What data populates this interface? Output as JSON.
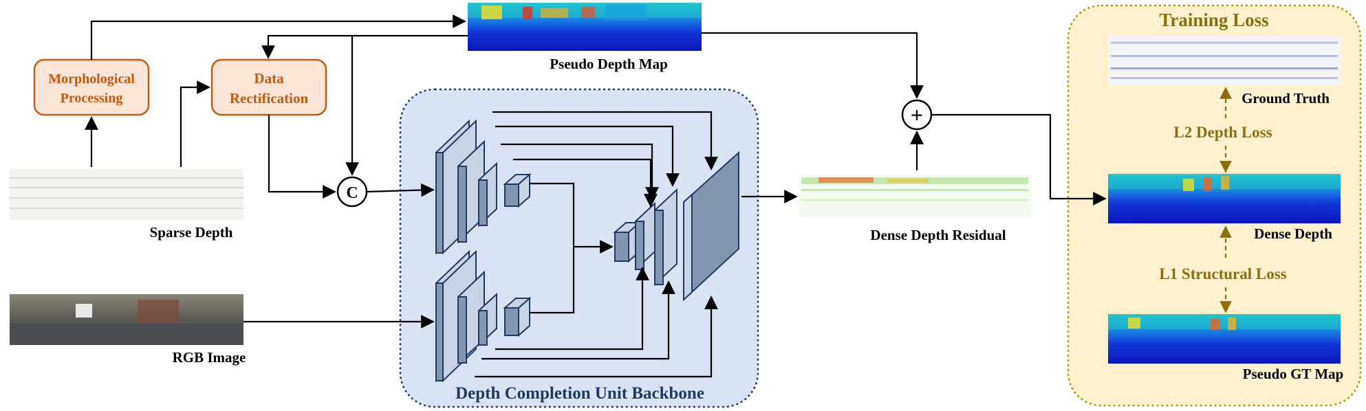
{
  "nodes": {
    "morphological": {
      "line1": "Morphological",
      "line2": "Processing"
    },
    "rectification": {
      "line1": "Data",
      "line2": "Rectification"
    },
    "concat": "C",
    "add": "+"
  },
  "images": {
    "pseudo_depth_map": "Pseudo Depth Map",
    "sparse_depth": "Sparse Depth",
    "rgb_image": "RGB Image",
    "dense_depth_residual": "Dense Depth Residual"
  },
  "backbone": {
    "title": "Depth Completion Unit Backbone"
  },
  "training_loss": {
    "title": "Training Loss",
    "ground_truth": "Ground Truth",
    "l2_loss": "L2 Depth Loss",
    "dense_depth": "Dense Depth",
    "l1_loss": "L1 Structural Loss",
    "pseudo_gt_map": "Pseudo GT Map"
  },
  "colors": {
    "orange_box_fill": "#fbe5d6",
    "orange_box_stroke": "#c55a11",
    "orange_text": "#c55a11",
    "backbone_fill": "#dae3f3",
    "backbone_border": "#203864",
    "backbone_title": "#203864",
    "cube_front": "#8497b0",
    "cube_side": "#c9d3e3",
    "loss_panel_fill": "#fff2cc",
    "loss_panel_border": "#bf9000",
    "loss_text": "#8c6d0f"
  }
}
